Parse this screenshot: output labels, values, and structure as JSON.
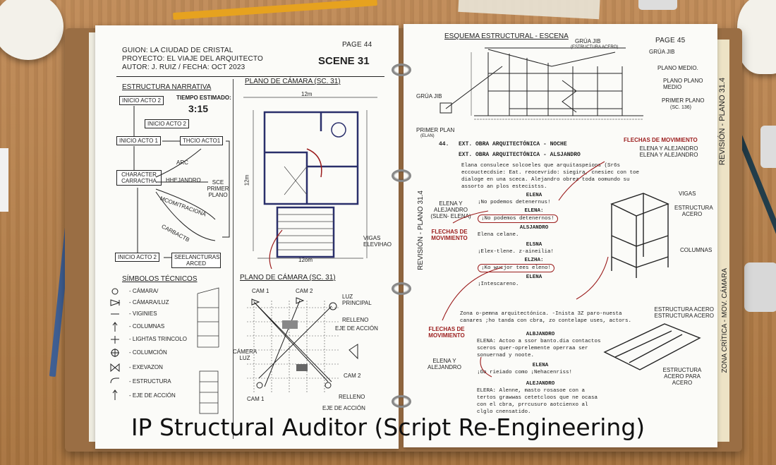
{
  "caption": "IP Structural Auditor (Script Re-Engineering)",
  "left_page": {
    "header": {
      "line1": "GUION: LA CIUDAD DE CRISTAL",
      "line2": "PROYECTO: EL VIAJE DEL ARQUITECTO",
      "line3": "AUTOR: J. RUIZ / FECHA: OCT 2023",
      "page": "PAGE 44",
      "scene": "SCENE 31"
    },
    "narrative": {
      "title": "ESTRUCTURA NARRATIVA",
      "time_label": "TIEMPO ESTIMADO:",
      "time_value": "3:15",
      "boxes": [
        "INICIO ACTO 2",
        "INICIO ACTO 2",
        "INICIO ACTO 1",
        "THCIO ACTO1",
        "CHARACTER CARRACTHA",
        "INICIO ACTO 2",
        "SEELANCTURAS ARCED"
      ],
      "labels": [
        "ARC",
        "HHEJANDRO",
        "SCE PRIMER PLANO",
        "MCOMITRACIONA",
        "CARBACTB"
      ]
    },
    "plan1": {
      "title": "PLANO DE CÁMARA (SC. 31)",
      "dim_top": "12m",
      "dim_bottom": "12om",
      "dim_left": "12m",
      "vigas": "VIGAS ELEVIHAO"
    },
    "symbols": {
      "title": "SÍMBOLOS TÉCNICOS",
      "items": [
        "- CÁMARA/",
        "- CÁMARA/LUZ",
        "- VIGINIES",
        "- COLUMNAS",
        "- LIGHTAS TRINCOLO",
        "- COLUMCIÓN",
        "- EXEVAZON",
        "- ESTRUCTURA",
        "- EJE DE ACCIÓN"
      ],
      "icons": [
        "circle-icon",
        "camera-light-icon",
        "line-icon",
        "column-arrow-icon",
        "tripod-light-icon",
        "crosshair-icon",
        "bowtie-icon",
        "hook-icon",
        "axis-arrow-icon"
      ]
    },
    "plan2": {
      "title": "PLANO DE CÁMARA (SC. 31)",
      "cam1": "CAM 1",
      "cam2": "CAM 2",
      "luz": "LUZ PRINCIPAL",
      "relleno": "RELLENO",
      "eje": "EJE DE ACCIÓN",
      "camara_luz": "CÁMERA LUZ",
      "cam2b": "CAM 2",
      "relleno2": "RELLENO",
      "cam1b": "CAM 1",
      "eje2": "EJE DE ACCIÓN"
    }
  },
  "right_page": {
    "header": {
      "title": "ESQUEMA ESTRUCTURAL - ESCENA",
      "page": "PAGE 45",
      "grua1": "GRÚA JIB",
      "grua1_sub": "(ESTRUCTURA ACERO)",
      "grua2": "GRÚA JIB",
      "plano_medio": "PLANO MEDIO.",
      "plano_plano": "PLANO PLANO MEDIO",
      "primer_plano": "PRIMER PLANO",
      "sc": "(SC. 136)",
      "grua_jib_left": "GRÚA JIB",
      "primer_plan": "PRIMER PLAN",
      "elan": "(ELAN)"
    },
    "script": {
      "scene_no": "44.",
      "heading1": "EXT. OBRA ARQUITECTÓNICA - NOCHE",
      "heading2": "EXT. OBRA ARQUITECTÓNICA - ALSJANDRO",
      "action": [
        "Elana consulece solcoeles que arquitaspeions (Sr6s",
        "eccouctecdsie: Eat. reocevrido: siegira, cnesiec con toe",
        "dialoge en una sceca. Alejandro obrez toda oomundo su",
        "assorto an plos estecistss."
      ],
      "lines": [
        {
          "who": "ELENA",
          "text": "¡No podemos detenernus!"
        },
        {
          "who": "ELENA:",
          "text": "¡No podemos detenernos!"
        },
        {
          "who": "ALSJANDRO",
          "text": "Elena celane."
        },
        {
          "who": "ELSNA",
          "text": "¡Elex-tlene. z-aineilia!"
        },
        {
          "who": "ELZHA:",
          "text": "¡Ko wucjor tees eleno!"
        },
        {
          "who": "ELENA",
          "text": "¡Intescareno."
        }
      ],
      "action2": [
        "Zona o-pemna arquitectónica. -Inista 3Z paro-nuesta",
        "canares ;ho tanda con cbra, zo contelape uses, actors."
      ],
      "block2": [
        {
          "who": "ALBJANDRO",
          "text": "ELENA: Actoo a ssor banto.dia contactos sceros quer-oprelemente operraa ser sonuernad y noote."
        },
        {
          "who": "ELENA",
          "text": "¡Go rieiado como ¡Nehacenriss!"
        },
        {
          "who": "ALEJANDRO",
          "text": "ELERA: Alenne, masto rosasoe con a tertos grawwas cetetcloos que ne ocasa con el cbra, prrcusuro aotcienxo al clglo cnensatido."
        }
      ]
    },
    "notes": {
      "flechas_top": "FLECHAS DE MOVIMIENTO",
      "elena_alej_top": "ELENA Y ALEJANDRO ELENA Y ALEJANDRO",
      "elena_alej_left": "ELENA Y ALEJANDRO (SLEN- ELENA)",
      "flechas_mid": "FLECHAS DE MOVIMIENTO",
      "flechas_low": "FLECHAS DE MOVIMIENTO",
      "elena_y": "ELENA Y ALEJANDRO",
      "vigas": "VIGAS",
      "estructura_acero": "ESTRUCTURA ACERO",
      "columnas": "COLUMNAS",
      "est_acero_1": "ESTRUCTURA ACERO ESTRUCTURA ACERO",
      "est_acero_2": "ESTRUCTURA ACERO PARA ACERO"
    },
    "spine": "REVISIÓN - PLANO 31.4",
    "tab_top": "REVISIÓN - PLANO 31.4",
    "tab_bottom": "ZONA CRÍTICA - MOV. CÁMARA"
  }
}
